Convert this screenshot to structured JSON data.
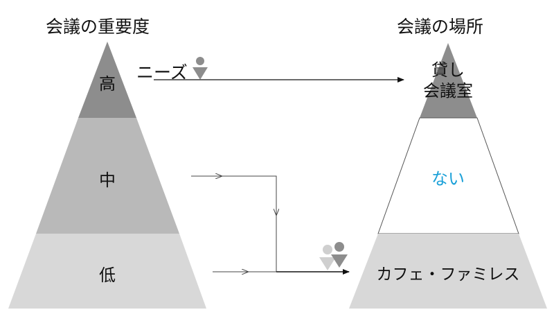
{
  "left_title": "会議の重要度",
  "right_title": "会議の場所",
  "left_levels": [
    "高",
    "中",
    "低"
  ],
  "needs_label": "ニーズ",
  "right_levels": {
    "top_line1": "貸し",
    "top_line2": "会議室",
    "middle": "ない",
    "bottom": "カフェ・ファミレス"
  },
  "colors": {
    "dark": "#8d8d8d",
    "mid": "#b9b9b9",
    "light": "#d8d8d8",
    "accent_text": "#1aa0d8"
  }
}
